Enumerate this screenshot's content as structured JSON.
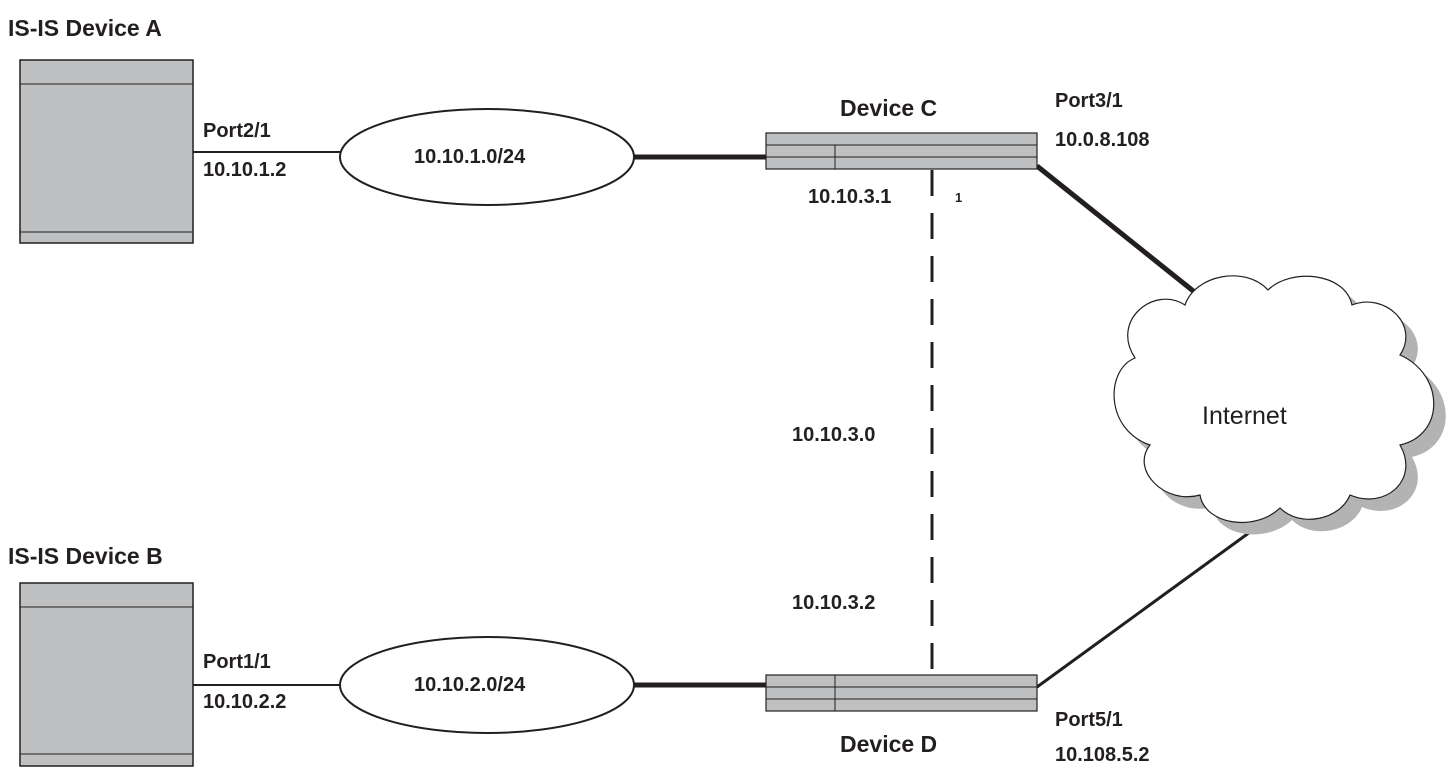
{
  "devices": {
    "device_a": {
      "title": "IS-IS Device A",
      "port": "Port2/1",
      "ip": "10.10.1.2"
    },
    "device_b": {
      "title": "IS-IS Device B",
      "port": "Port1/1",
      "ip": "10.10.2.2"
    },
    "device_c": {
      "title": "Device C",
      "port": "Port3/1",
      "port_ip": "10.0.8.108",
      "link_ip": "10.10.3.1",
      "link_marker": "1"
    },
    "device_d": {
      "title": "Device D",
      "port": "Port5/1",
      "port_ip": "10.108.5.2",
      "link_ip": "10.10.3.2"
    }
  },
  "networks": {
    "net_a": "10.10.1.0/24",
    "net_b": "10.10.2.0/24",
    "link_cd": "10.10.3.0"
  },
  "cloud": {
    "label": "Internet"
  },
  "colors": {
    "device_fill": "#bfc0c2",
    "line": "#231f20",
    "cloud_shadow": "#b3b3b3",
    "background": "#ffffff"
  }
}
